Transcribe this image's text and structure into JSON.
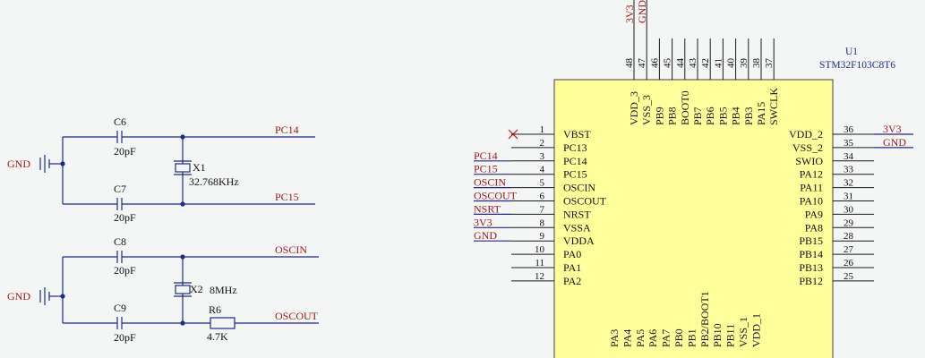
{
  "oscillator_circuit": {
    "gnd_label": "GND",
    "top": {
      "c_top": {
        "ref": "C6",
        "value": "20pF"
      },
      "c_bot": {
        "ref": "C7",
        "value": "20pF"
      },
      "crystal": {
        "ref": "X1",
        "value": "32.768KHz"
      },
      "net_top": "PC14",
      "net_bot": "PC15"
    },
    "bottom": {
      "c_top": {
        "ref": "C8",
        "value": "20pF"
      },
      "c_bot": {
        "ref": "C9",
        "value": "20pF"
      },
      "crystal": {
        "ref": "X2",
        "value": "8MHz"
      },
      "resistor": {
        "ref": "R6",
        "value": "4.7K"
      },
      "net_top": "OSCIN",
      "net_bot": "OSCOUT"
    }
  },
  "chip": {
    "ref": "U1",
    "part": "STM32F103C8T6",
    "top_nets": [
      "3V3",
      "GND"
    ],
    "left_nets": [
      "PC14",
      "PC15",
      "OSCIN",
      "OSCOUT",
      "NSRT",
      "3V3",
      "GND"
    ],
    "right_nets": [
      "3V3",
      "GND"
    ],
    "left_pins": [
      {
        "num": "1",
        "name": "VBST"
      },
      {
        "num": "2",
        "name": "PC13"
      },
      {
        "num": "3",
        "name": "PC14"
      },
      {
        "num": "4",
        "name": "PC15"
      },
      {
        "num": "5",
        "name": "OSCIN"
      },
      {
        "num": "6",
        "name": "OSCOUT"
      },
      {
        "num": "7",
        "name": "NRST"
      },
      {
        "num": "8",
        "name": "VSSA"
      },
      {
        "num": "9",
        "name": "VDDA"
      },
      {
        "num": "10",
        "name": "PA0"
      },
      {
        "num": "11",
        "name": "PA1"
      },
      {
        "num": "12",
        "name": "PA2"
      }
    ],
    "right_pins": [
      {
        "num": "36",
        "name": "VDD_2"
      },
      {
        "num": "35",
        "name": "VSS_2"
      },
      {
        "num": "34",
        "name": "SWIO"
      },
      {
        "num": "33",
        "name": "PA12"
      },
      {
        "num": "32",
        "name": "PA11"
      },
      {
        "num": "31",
        "name": "PA10"
      },
      {
        "num": "30",
        "name": "PA9"
      },
      {
        "num": "29",
        "name": "PA8"
      },
      {
        "num": "28",
        "name": "PB15"
      },
      {
        "num": "27",
        "name": "PB14"
      },
      {
        "num": "26",
        "name": "PB13"
      },
      {
        "num": "25",
        "name": "PB12"
      }
    ],
    "top_pins": [
      {
        "num": "48",
        "name": "VDD_3"
      },
      {
        "num": "47",
        "name": "VSS_3"
      },
      {
        "num": "46",
        "name": "PB9"
      },
      {
        "num": "45",
        "name": "PB8"
      },
      {
        "num": "44",
        "name": "BOOT0"
      },
      {
        "num": "43",
        "name": "PB7"
      },
      {
        "num": "42",
        "name": "PB6"
      },
      {
        "num": "41",
        "name": "PB5"
      },
      {
        "num": "40",
        "name": "PB4"
      },
      {
        "num": "39",
        "name": "PB3"
      },
      {
        "num": "38",
        "name": "PA15"
      },
      {
        "num": "37",
        "name": "SWCLK"
      }
    ],
    "bottom_pins": [
      {
        "name": "PA3"
      },
      {
        "name": "PA4"
      },
      {
        "name": "PA5"
      },
      {
        "name": "PA6"
      },
      {
        "name": "PA7"
      },
      {
        "name": "PB0"
      },
      {
        "name": "PB1"
      },
      {
        "name": "PB2/BOOT1"
      },
      {
        "name": "PB10"
      },
      {
        "name": "PB11"
      },
      {
        "name": "VSS_1"
      },
      {
        "name": "VDD_1"
      }
    ]
  }
}
